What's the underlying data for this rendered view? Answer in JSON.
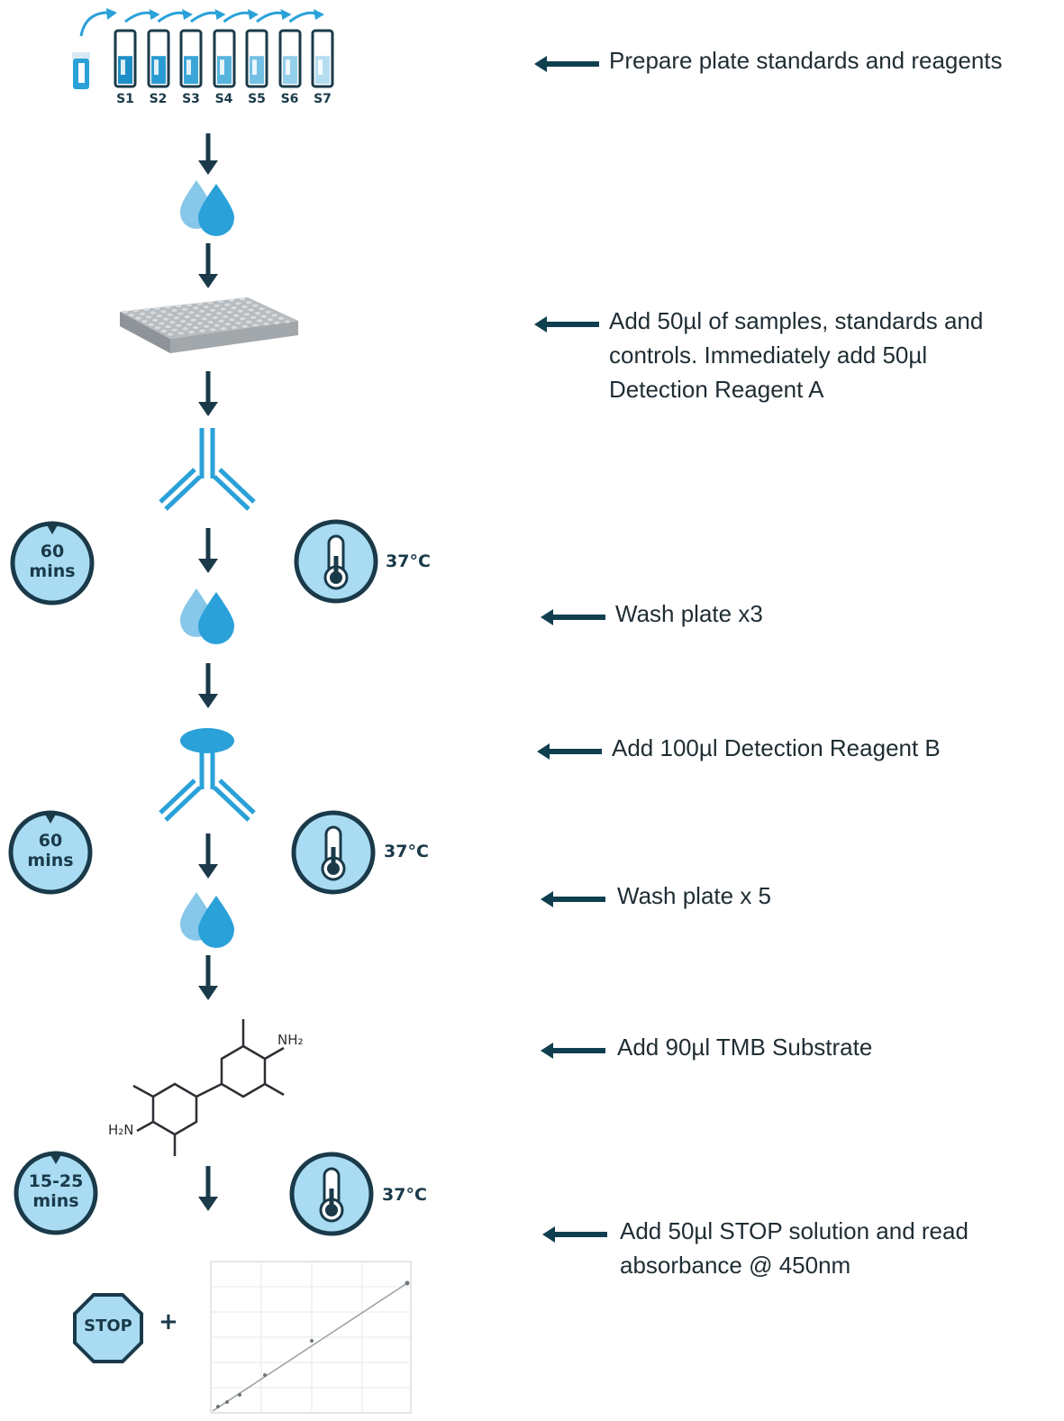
{
  "steps": [
    {
      "lines": [
        "Prepare plate standards and reagents"
      ]
    },
    {
      "lines": [
        "Add 50µl of samples, standards and",
        "controls. Immediately add 50µl",
        "Detection Reagent A"
      ]
    },
    {
      "lines": [
        "Wash plate x3"
      ]
    },
    {
      "lines": [
        "Add 100µl Detection Reagent B"
      ]
    },
    {
      "lines": [
        "Wash plate x 5"
      ]
    },
    {
      "lines": [
        "Add 90µl TMB Substrate"
      ]
    },
    {
      "lines": [
        "Add 50µl STOP solution and read",
        "absorbance @ 450nm"
      ]
    }
  ],
  "tubes": {
    "labels": [
      "S1",
      "S2",
      "S3",
      "S4",
      "S5",
      "S6",
      "S7"
    ],
    "fill_levels": [
      0.55,
      0.55,
      0.55,
      0.55,
      0.55,
      0.55,
      0.55
    ]
  },
  "timers": [
    {
      "value": "60",
      "unit": "mins"
    },
    {
      "value": "60",
      "unit": "mins"
    },
    {
      "value": "15-25",
      "unit": "mins"
    }
  ],
  "temperatures": [
    "37°C",
    "37°C",
    "37°C"
  ],
  "tmb": {
    "amine_top": "NH₂",
    "amine_bottom": "H₂N"
  },
  "stop_sign": {
    "label": "STOP",
    "plus": "+"
  },
  "colors": {
    "dark": "#1a3a4a",
    "arrow": "#0f3f4f",
    "blue": "#2aa1d8",
    "light_blue": "#86c7ea",
    "circle_fill": "#a9dcf3",
    "plate": "#c8cbce"
  },
  "icons": [
    "vial-icon",
    "tube-icon",
    "droplets-icon",
    "microplate-icon",
    "antibody-icon",
    "timer-icon",
    "thermometer-icon",
    "tmb-molecule-icon",
    "stop-sign-icon",
    "standard-curve-icon"
  ]
}
